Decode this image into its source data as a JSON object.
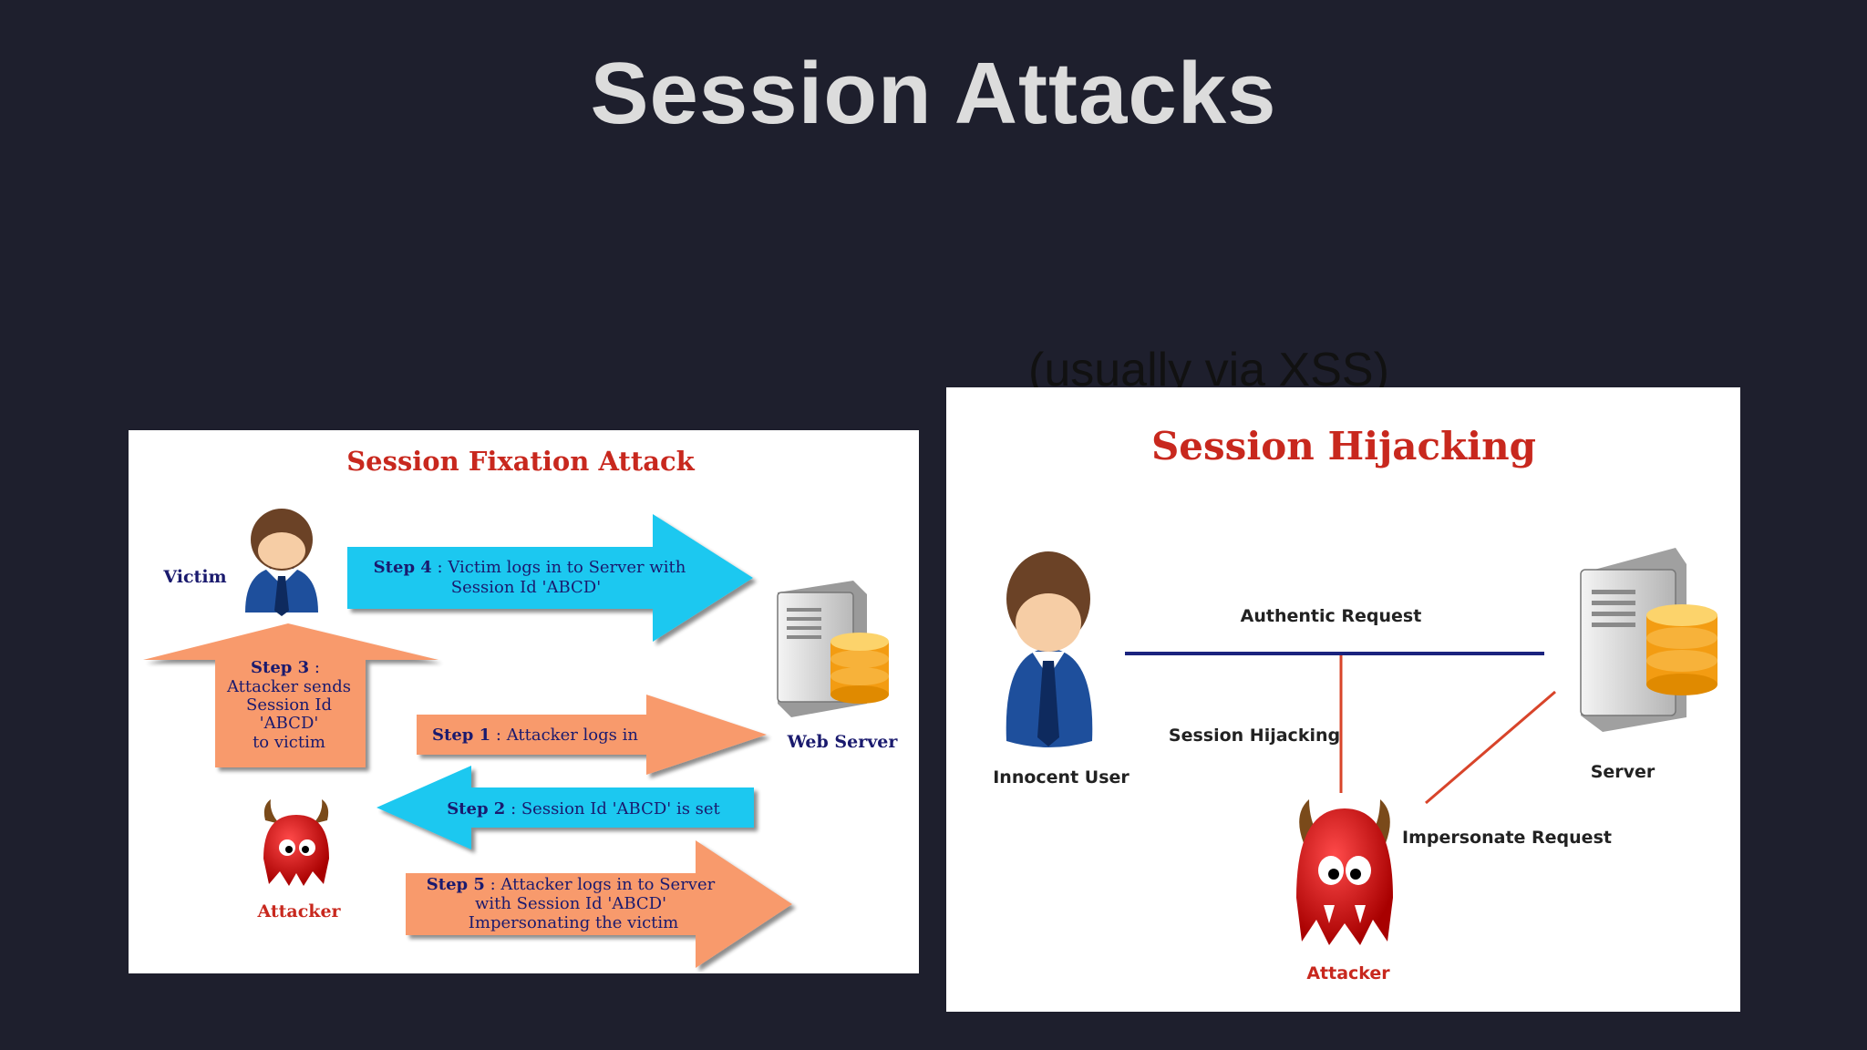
{
  "slide": {
    "title": "Session Attacks",
    "cut_text": "(usually via XSS)"
  },
  "fixation": {
    "title": "Session Fixation Attack",
    "victim_label": "Victim",
    "server_label": "Web Server",
    "attacker_label": "Attacker",
    "step4": {
      "step": "Step 4",
      "line1": " : Victim logs in to Server with",
      "line2": "Session Id 'ABCD'"
    },
    "step3": {
      "step": "Step 3",
      "line1": " :",
      "lines": [
        "Attacker sends",
        "Session Id",
        "'ABCD'",
        "to victim"
      ]
    },
    "step1": {
      "step": "Step 1",
      "text": " : Attacker logs in"
    },
    "step2": {
      "step": "Step 2",
      "text": " : Session Id 'ABCD' is set"
    },
    "step5": {
      "step": "Step 5",
      "line1": " : Attacker logs in to Server",
      "line2": "with Session Id 'ABCD'",
      "line3": "Impersonating the victim"
    }
  },
  "hijacking": {
    "title": "Session Hijacking",
    "user_label": "Innocent User",
    "server_label": "Server",
    "attacker_label": "Attacker",
    "authentic_request": "Authentic Request",
    "session_hijacking": "Session Hijacking",
    "impersonate_request": "Impersonate Request"
  },
  "colors": {
    "background": "#1e1f2d",
    "title_red": "#c8281e",
    "cyan_arrow": "#1ec8f0",
    "orange_arrow": "#f89a6c",
    "navy_text": "#1a1a6e",
    "line_navy": "#1a237e",
    "line_red": "#d8442a"
  }
}
